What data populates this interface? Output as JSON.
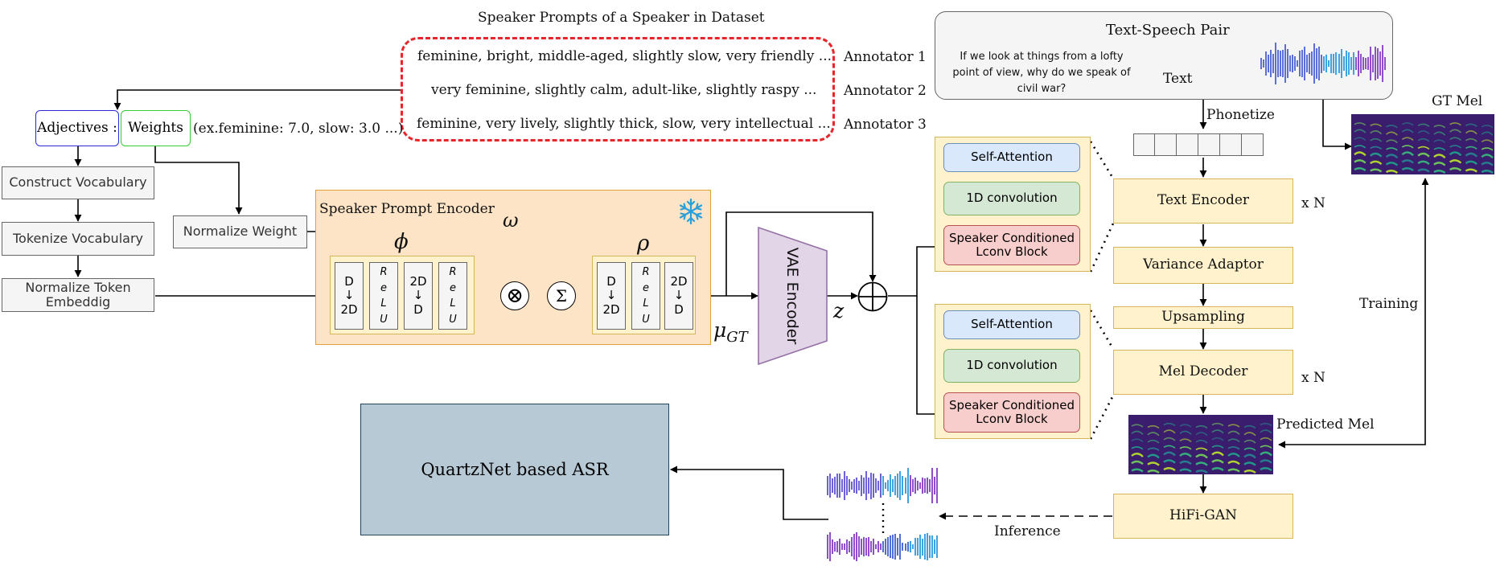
{
  "dataset": {
    "title": "Speaker Prompts of a Speaker in Dataset",
    "prompts": [
      "feminine, bright, middle-aged, slightly slow, very friendly ...",
      "very feminine, slightly calm, adult-like, slightly raspy ...",
      "feminine, very lively, slightly thick, slow, very intellectual ..."
    ],
    "annotators": [
      "Annotator 1",
      "Annotator 2",
      "Annotator 3"
    ]
  },
  "parse": {
    "adjectives": "Adjectives :",
    "weights": "Weights",
    "weights_example": "(ex.feminine: 7.0, slow: 3.0 ...)"
  },
  "steps": {
    "construct": "Construct Vocabulary",
    "tokenize": "Tokenize Vocabulary",
    "normalize_token": "Normalize Token Embeddig",
    "normalize_weight": "Normalize Weight"
  },
  "encoder": {
    "title": "Speaker Prompt Encoder",
    "phi": "ϕ",
    "omega": "ω",
    "rho": "ρ",
    "d_to_2d": [
      "D",
      "↓",
      "2D"
    ],
    "twod_to_d": [
      "2D",
      "↓",
      "D"
    ],
    "relu": [
      "R",
      "e",
      "L",
      "U"
    ],
    "multiply": "⊗",
    "sum": "Σ",
    "frozen_icon": "snowflake-icon",
    "mu_gt": "μGT"
  },
  "vae": {
    "label": "VAE Encoder",
    "z": "z"
  },
  "blocks": {
    "self_attention": "Self-Attention",
    "conv": "1D convolution",
    "lconv": "Speaker Conditioned Lconv Block"
  },
  "text_speech": {
    "title": "Text-Speech Pair",
    "sentence": "If we look at things from a lofty point of view, why do we speak of civil war?",
    "text_label": "Text"
  },
  "pipeline": {
    "phonetize": "Phonetize",
    "text_encoder": "Text Encoder",
    "variance_adaptor": "Variance Adaptor",
    "upsampling": "Upsampling",
    "mel_decoder": "Mel Decoder",
    "hifigan": "HiFi-GAN",
    "repeat_n": "x N"
  },
  "mel": {
    "gt": "GT Mel",
    "predicted": "Predicted Mel",
    "training": "Training",
    "inference": "Inference"
  },
  "asr": {
    "label": "QuartzNet based ASR"
  },
  "colors": {
    "dashed_border": "#e6262b",
    "adjectives_border": "#2b2bd6",
    "weights_border": "#33cc33",
    "encoder_fill": "#fde4c6",
    "encoder_border": "#e0a13b",
    "vae_fill": "#e1d5e7",
    "vae_border": "#9673a6",
    "asr_fill": "#b8c9d6"
  }
}
